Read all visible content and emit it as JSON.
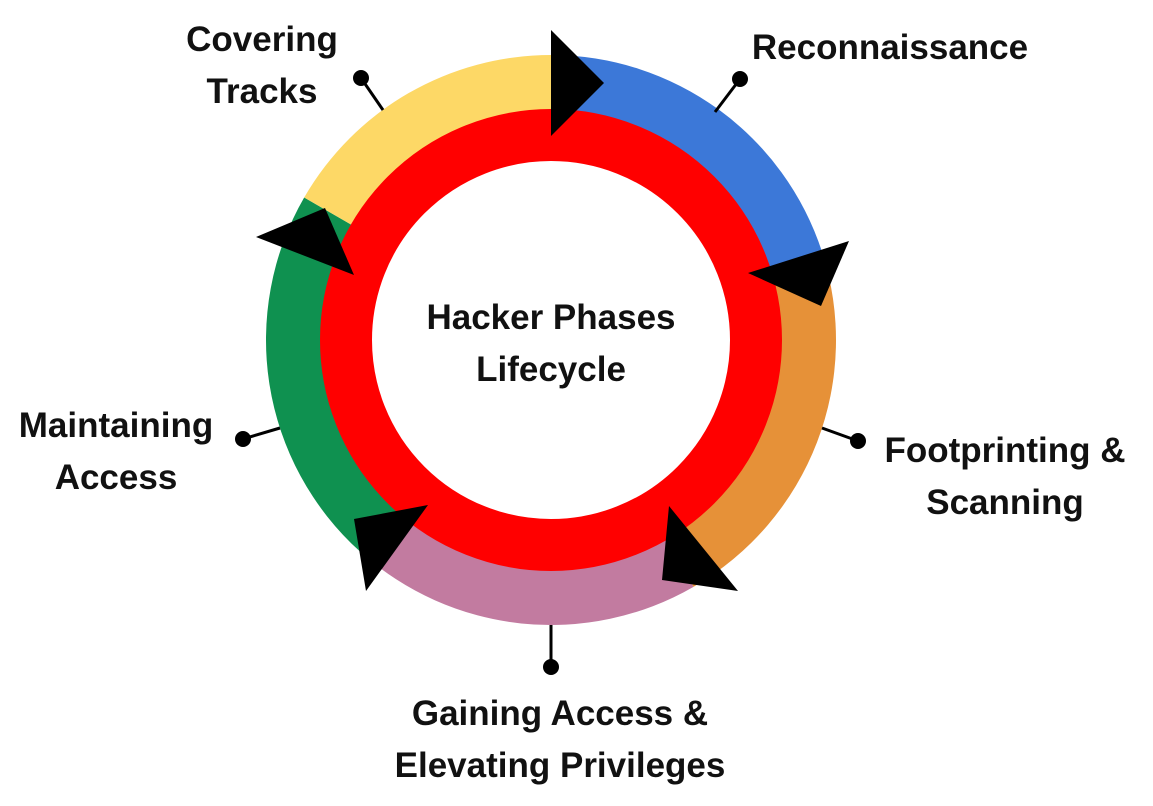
{
  "center": {
    "line1": "Hacker Phases",
    "line2": "Lifecycle"
  },
  "phases": [
    {
      "id": "reconnaissance",
      "lines": [
        "Reconnaissance"
      ],
      "color": "#3c78d8"
    },
    {
      "id": "footprinting",
      "lines": [
        "Footprinting &",
        "Scanning"
      ],
      "color": "#e69138"
    },
    {
      "id": "gaining",
      "lines": [
        "Gaining Access &",
        "Elevating Privileges"
      ],
      "color": "#c27ba0"
    },
    {
      "id": "maintaining",
      "lines": [
        "Maintaining",
        "Access"
      ],
      "color": "#0f9150"
    },
    {
      "id": "covering",
      "lines": [
        "Covering",
        "Tracks"
      ],
      "color": "#fdd866"
    }
  ],
  "colors": {
    "inner_ring": "#ff0000",
    "arrow": "#000000",
    "connector": "#000000"
  }
}
